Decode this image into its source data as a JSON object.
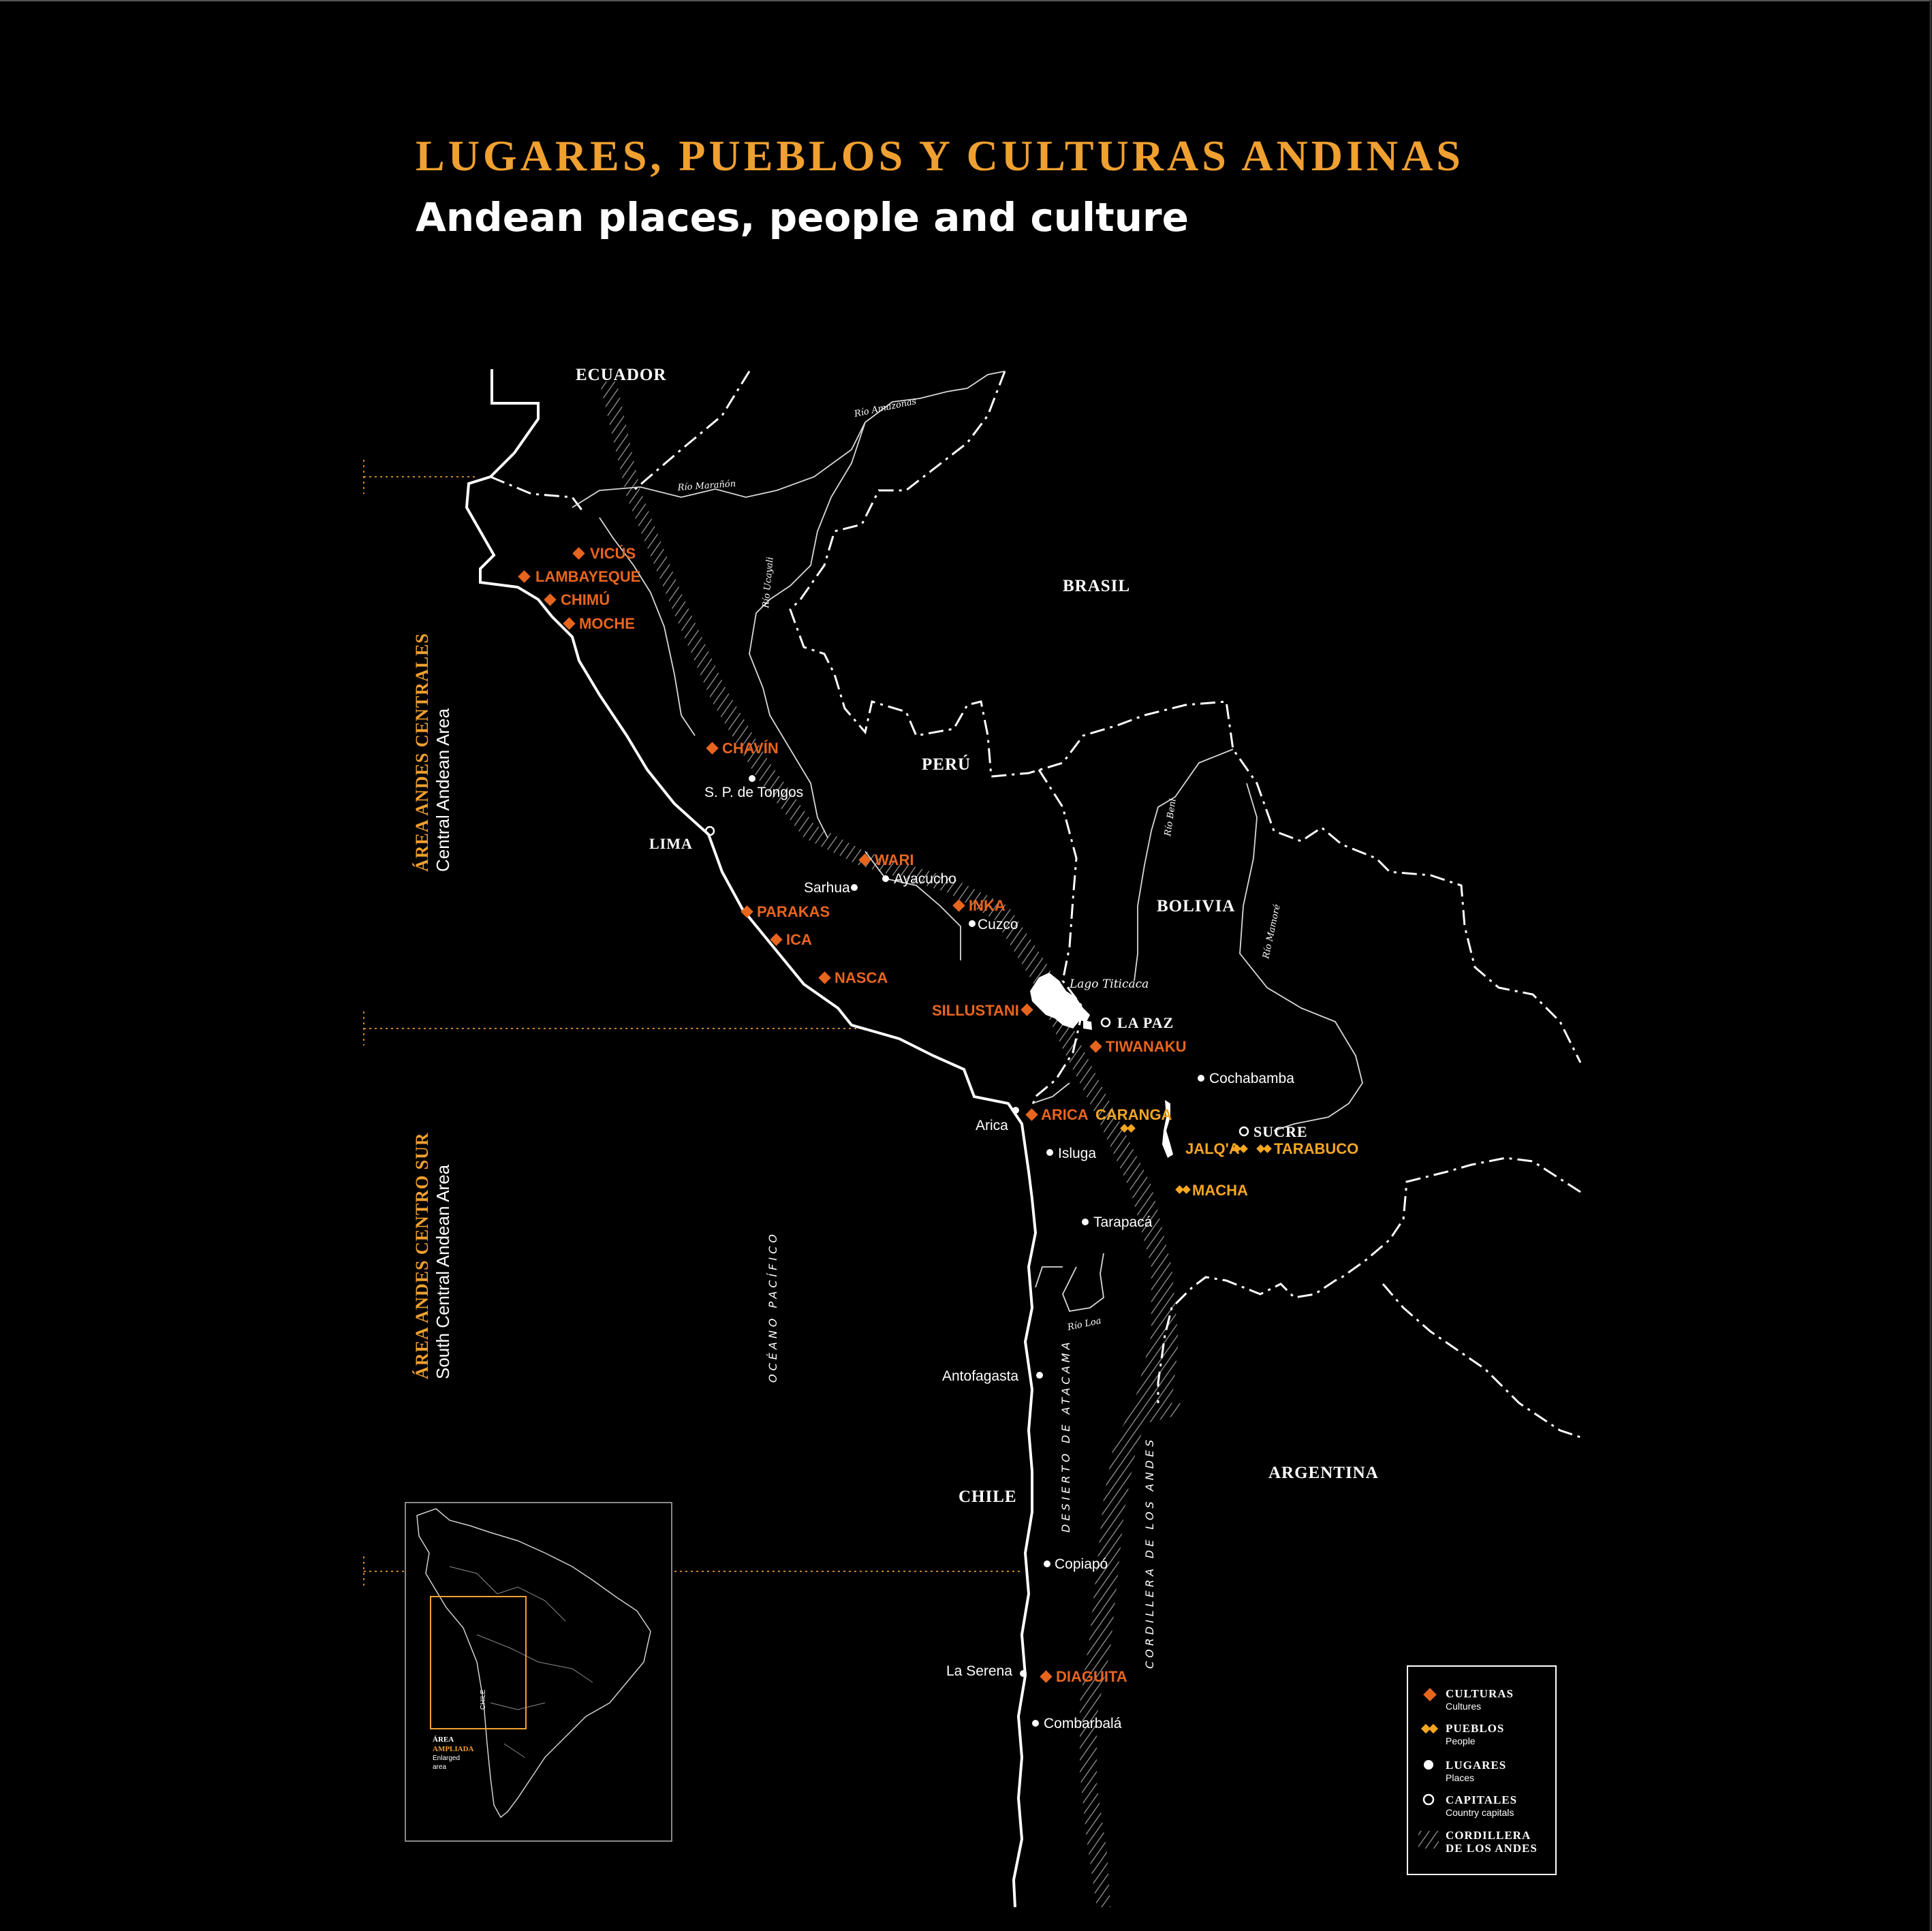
{
  "header": {
    "title": "LUGARES, PUEBLOS Y CULTURAS ANDINAS",
    "subtitle": "Andean places, people and culture"
  },
  "areas": {
    "central": {
      "es": "ÁREA ANDES CENTRALES",
      "en": "Central Andean Area"
    },
    "south": {
      "es": "ÁREA ANDES CENTRO SUR",
      "en": "South Central Andean Area"
    }
  },
  "countries": {
    "ecuador": "ECUADOR",
    "brasil": "BRASIL",
    "peru": "PERÚ",
    "bolivia": "BOLIVIA",
    "chile": "CHILE",
    "argentina": "ARGENTINA"
  },
  "cultures": {
    "vicus": "VICÚS",
    "lambayeque": "LAMBAYEQUE",
    "chimu": "CHIMÚ",
    "moche": "MOCHE",
    "chavin": "CHAVÍN",
    "wari": "WARI",
    "inka": "INKA",
    "parakas": "PARAKAS",
    "ica": "ICA",
    "nasca": "NASCA",
    "sillustani": "SILLUSTANI",
    "tiwanaku": "TIWANAKU",
    "arica": "ARICA",
    "diaguita": "DIAGUITA"
  },
  "peoples": {
    "caranga": "CARANGA",
    "jalqa": "JALQ'A",
    "tarabuco": "TARABUCO",
    "macha": "MACHA"
  },
  "places": {
    "spdetongos": "S. P. de Tongos",
    "sarhua": "Sarhua",
    "ayacucho": "Ayacucho",
    "cuzco": "Cuzco",
    "cochabamba": "Cochabamba",
    "arica": "Arica",
    "isluga": "Isluga",
    "tarapaca": "Tarapacá",
    "antofagasta": "Antofagasta",
    "copiapo": "Copiapó",
    "laserena": "La Serena",
    "combarbala": "Combarbalá"
  },
  "capitals": {
    "lima": "LIMA",
    "lapaz": "LA PAZ",
    "sucre": "SUCRE"
  },
  "rivers": {
    "amazonas": "Río Amazonas",
    "maranon": "Río Marañón",
    "ucayali": "Río Ucayali",
    "beni": "Río Beni",
    "mamore": "Río Mamoré",
    "loa": "Río Loa"
  },
  "features": {
    "lago": "Lago Titicaca",
    "oceano": "OCÉANO PACÍFICO",
    "desierto": "DESIERTO DE ATACAMA",
    "cordillera": "CORDILLERA DE LOS ANDES"
  },
  "legend": {
    "culturas": {
      "es": "CULTURAS",
      "en": "Cultures"
    },
    "pueblos": {
      "es": "PUEBLOS",
      "en": "People"
    },
    "lugares": {
      "es": "LUGARES",
      "en": "Places"
    },
    "capitales": {
      "es": "CAPITALES",
      "en": "Country capitals"
    },
    "cordillera": {
      "es1": "CORDILLERA",
      "es2": "DE LOS ANDES"
    }
  },
  "inset": {
    "chile_label": "CHILE",
    "area": "ÁREA",
    "ampliada": "AMPLIADA",
    "en1": "Enlarged",
    "en2": "area"
  },
  "colors": {
    "culture": "#e8651e",
    "people": "#f5a623",
    "title": "#f0a030",
    "background": "#000000",
    "ink": "#ffffff"
  }
}
